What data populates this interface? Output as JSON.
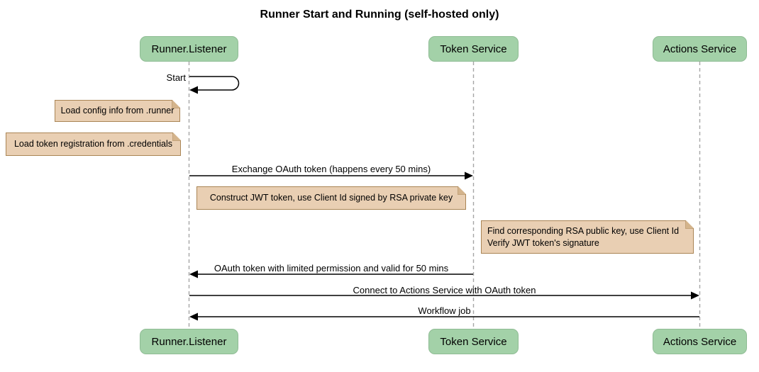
{
  "title": "Runner Start and Running (self-hosted only)",
  "participants": [
    {
      "id": "runner-listener",
      "label": "Runner.Listener"
    },
    {
      "id": "token-service",
      "label": "Token Service"
    },
    {
      "id": "actions-service",
      "label": "Actions Service"
    }
  ],
  "messages": [
    {
      "label": "Start",
      "type": "self-message",
      "from": "runner-listener",
      "to": "runner-listener"
    },
    {
      "label": "Exchange OAuth token (happens every 50 mins)",
      "type": "solid-arrow",
      "from": "runner-listener",
      "to": "token-service"
    },
    {
      "label": "OAuth token with limited permission and valid for 50 mins",
      "type": "solid-arrow",
      "from": "token-service",
      "to": "runner-listener"
    },
    {
      "label": "Connect to Actions Service with OAuth token",
      "type": "solid-arrow",
      "from": "runner-listener",
      "to": "actions-service"
    },
    {
      "label": "Workflow job",
      "type": "solid-arrow",
      "from": "actions-service",
      "to": "runner-listener"
    }
  ],
  "notes": [
    {
      "position": "left of runner-listener",
      "lines": [
        "Load config info from .runner"
      ]
    },
    {
      "position": "left of runner-listener",
      "lines": [
        "Load token registration from .credentials"
      ]
    },
    {
      "position": "over runner-listener and token-service",
      "lines": [
        "Construct JWT token, use Client Id signed by RSA private key"
      ]
    },
    {
      "position": "over actions-service",
      "lines": [
        "Find corresponding RSA public key, use Client Id",
        "Verify JWT token's signature"
      ]
    }
  ],
  "colors": {
    "background": "#ffffff",
    "participant_fill": "#a3d1a8",
    "participant_border": "#8fbc94",
    "note_fill": "#e9cfb3",
    "note_border": "#aa8555",
    "lifeline": "#a6a6a6",
    "arrow": "#000000",
    "text": "#000000"
  }
}
